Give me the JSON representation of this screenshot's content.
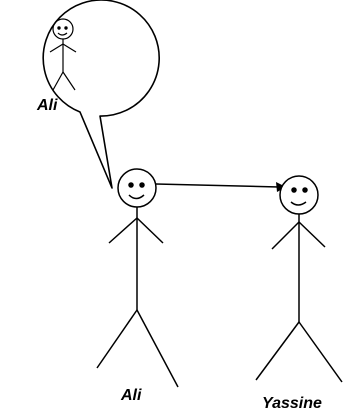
{
  "thought_bubble": {
    "label": "Ali"
  },
  "persons": [
    {
      "id": "ali",
      "label": "Ali"
    },
    {
      "id": "yassine",
      "label": "Yassine"
    }
  ],
  "colors": {
    "stroke": "#000000",
    "background": "#ffffff"
  }
}
